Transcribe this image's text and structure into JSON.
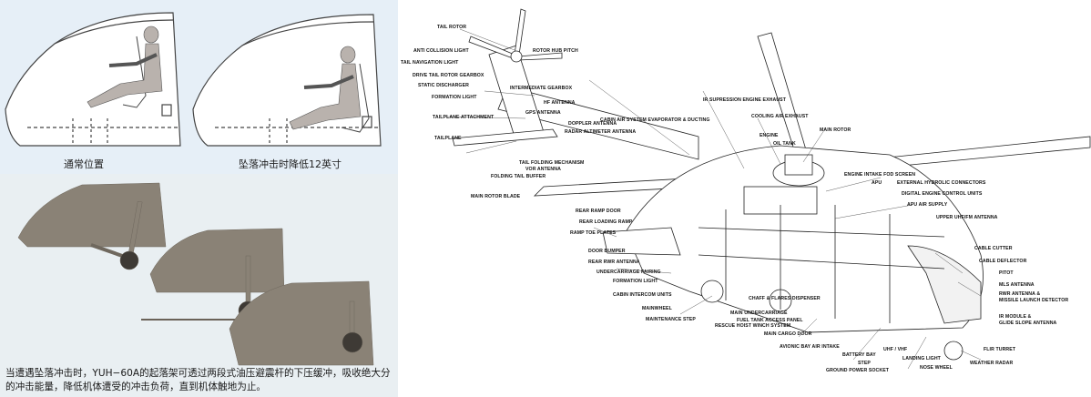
{
  "seat_panel": {
    "caption_normal": "通常位置",
    "caption_crash": "坠落冲击时降低12英寸"
  },
  "gear_panel": {
    "description": "当遭遇坠落冲击时，YUH−60A的起落架可透过两段式油压避震杆的下压缓冲，吸收绝大分的冲击能量，降低机体遭受的冲击负荷，直到机体触地为止。"
  },
  "cutaway": {
    "labels": {
      "tail_rotor": "TAIL ROTOR",
      "anti_collision_light": "ANTI COLLISION LIGHT",
      "rotor_hub_pitch": "ROTOR HUB PITCH",
      "tail_navigation_light": "TAIL NAVIGATION LIGHT",
      "drive_tail_rotor_gearbox": "DRIVE TAIL ROTOR GEARBOX",
      "static_discharger": "STATIC DISCHARGER",
      "intermediate_gearbox": "INTERMEDIATE GEARBOX",
      "formation_light_tail": "FORMATION LIGHT",
      "hf_antenna": "HF ANTENNA",
      "ir_supression_engine_exhaust": "IR SUPRESSION ENGINE EXHAUST",
      "gps_antenna": "GPS ANTENNA",
      "tailplane_attachment": "TAILPLANE ATTACHMENT",
      "cabin_air_system": "CABIN AIR SYSTEM EVAPORATOR & DUCTING",
      "cooling_air_exhaust": "COOLING AIR EXHAUST",
      "doppler_antenna": "DOPPLER ANTENNA",
      "main_rotor": "MAIN ROTOR",
      "radar_altimeter_antenna": "RADAR ALTIMETER ANTENNA",
      "engine": "ENGINE",
      "tailplane": "TAILPLANE",
      "oil_tank": "OIL TANK",
      "tail_folding_mechanism": "TAIL FOLDING MECHANISM",
      "vor_antenna": "VOR ANTENNA",
      "folding_tail_buffer": "FOLDING TAIL BUFFER",
      "engine_intake_fod_screen": "ENGINE INTAKE FOD SCREEN",
      "apu": "APU",
      "external_hydrolic_connectors": "EXTERNAL HYDROLIC CONNECTORS",
      "digital_engine_control_units": "DIGITAL ENGINE CONTROL UNITS",
      "main_rotor_blade": "MAIN ROTOR BLADE",
      "apu_air_supply": "APU AIR SUPPLY",
      "rear_ramp_door": "REAR RAMP DOOR",
      "upper_uhf_fm_antenna": "UPPER UHF/FM ANTENNA",
      "rear_loading_ramp": "REAR LOADING RAMP",
      "ramp_toe_plates": "RAMP TOE PLATES",
      "cable_cutter": "CABLE CUTTER",
      "door_bumper": "DOOR BUMPER",
      "cable_deflector": "CABLE DEFLECTOR",
      "rear_rwr_antenna": "REAR RWR ANTENNA",
      "pitot": "PITOT",
      "undercarriage_fairing": "UNDERCARRIAGE FAIRING",
      "mls_antenna": "MLS ANTENNA",
      "formation_light_body": "FORMATION LIGHT",
      "rwr_antenna": "RWR ANTENNA &",
      "missile_launch_detector": "MISSILE LAUNCH DETECTOR",
      "cabin_intercom_units": "CABIN INTERCOM UNITS",
      "chaff_flares_dispenser": "CHAFF & FLARES DISPENSER",
      "ir_module": "IR MODULE &",
      "glide_slope_antenna": "GLIDE SLOPE ANTENNA",
      "mainwheel": "MAINWHEEL",
      "main_undercarriage": "MAIN UNDERCARRIAGE",
      "maintenance_step": "MAINTENANCE STEP",
      "fuel_tank_access_panel": "FUEL TANK ACCESS PANEL",
      "rescue_hoist_winch_system": "RESCUE HOIST WINCH SYSTEM",
      "main_cargo_door": "MAIN CARGO DOOR",
      "uhf_vhf": "UHF / VHF",
      "avionic_bay_air_intake": "AVIONIC BAY AIR INTAKE",
      "flir_turret": "FLIR TURRET",
      "battery_bay": "BATTERY BAY",
      "landing_light": "LANDING LIGHT",
      "step": "STEP",
      "weather_radar": "WEATHER RADAR",
      "ground_power_socket": "GROUND POWER SOCKET",
      "nose_wheel": "NOSE WHEEL"
    }
  }
}
